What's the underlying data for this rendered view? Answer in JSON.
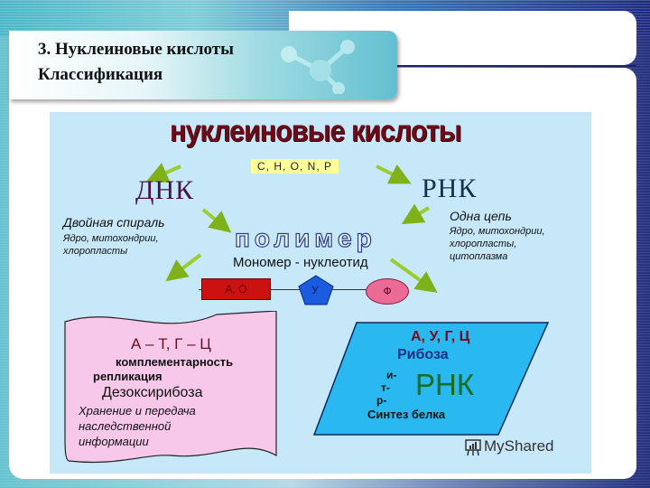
{
  "slide": {
    "title_line1": "3. Нуклеиновые кислоты",
    "title_line2": "Классификация"
  },
  "diagram": {
    "main_title": "нуклеиновые кислоты",
    "elements": "C, H, O, N, P",
    "dnk": {
      "label": "ДНК",
      "structure": "Двойная спираль",
      "location_line1": "Ядро, митохондрии,",
      "location_line2": "хлоропласты"
    },
    "rnk": {
      "label": "РНК",
      "structure": "Одна цепь",
      "location_line1": "Ядро, митохондрии,",
      "location_line2": "хлоропласты,",
      "location_line3": "цитоплазма"
    },
    "polymer": {
      "label": "полимер",
      "monomer": "Мономер - нуклеотид",
      "base_label": "А, Ó",
      "sugar_label": "У",
      "phosphate_label": "Ф"
    },
    "dna_card": {
      "pairs": "А – Т,   Г – Ц",
      "complementarity": "комплементарность",
      "replication": "репликация",
      "sugar": "Дезоксирибоза",
      "function_line1": "Хранение и передача",
      "function_line2": "наследственной",
      "function_line3": "информации"
    },
    "rna_card": {
      "bases": "А, У, Г, Ц",
      "sugar": "Рибоза",
      "type_i": "и-",
      "type_t": "т-",
      "type_r": "р-",
      "label": "РНК",
      "function": "Синтез белка"
    },
    "colors": {
      "background": "#c7e8f9",
      "title_text": "#6b0a18",
      "elements_bg": "#ffff99",
      "arrow": "#9acd32",
      "base_rect": "#cc1111",
      "sugar_pentagon": "#1a5be0",
      "phosphate_circle": "#ec6a96",
      "dna_card": "#f8c8ea",
      "rna_card": "#2ab8f0",
      "rna_label": "#1a6b1a"
    }
  },
  "watermark": {
    "text": "MyShared",
    "icon": "presentation-board-icon"
  }
}
